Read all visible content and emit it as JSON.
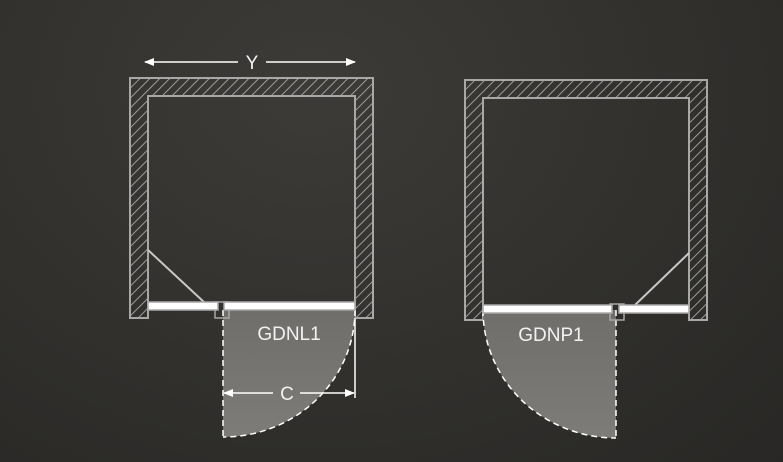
{
  "diagrams": [
    {
      "label": "GDNL1",
      "dimension_width": "Y",
      "dimension_opening": "C"
    },
    {
      "label": "GDNP1"
    }
  ],
  "colors": {
    "wall": "#a8a8a8",
    "glass": "#ffffff",
    "swing_fill": "#777673",
    "background": "#33322f"
  }
}
